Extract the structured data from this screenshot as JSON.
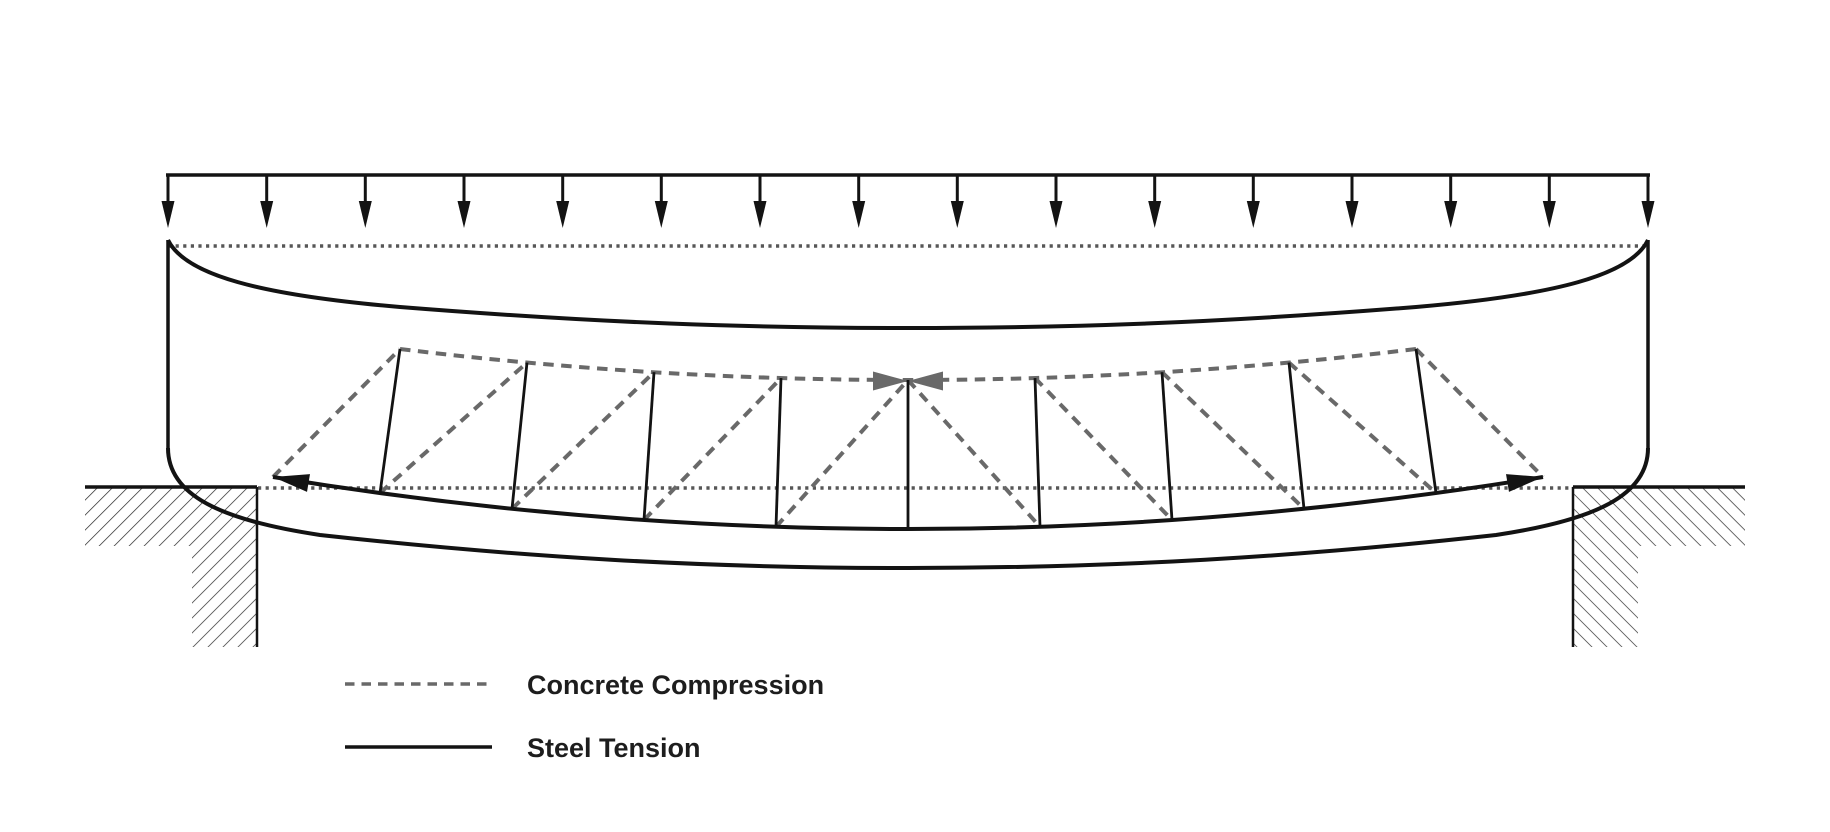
{
  "diagram": {
    "subject": "Reinforced concrete beam truss analogy under uniformly distributed load",
    "elements": {
      "distributed_load_arrow_count": 16,
      "stirrup_count": 9,
      "compression_diagonal_count": 10,
      "supports": [
        "left-abutment",
        "right-abutment"
      ]
    },
    "colors": {
      "outline_black": "#131313",
      "concrete_compression_gray": "#696969",
      "reference_dotted_gray": "#575757",
      "legend_text": "#1d1d1d"
    }
  },
  "legend": {
    "items": [
      {
        "label": "Concrete Compression",
        "line_style": "dashed",
        "color": "#696969"
      },
      {
        "label": "Steel Tension",
        "line_style": "solid",
        "color": "#131313"
      }
    ]
  }
}
